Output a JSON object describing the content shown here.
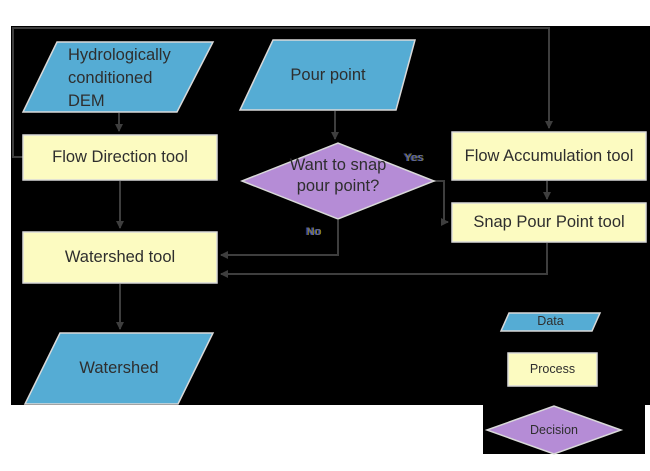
{
  "colors": {
    "page_background": "#FFFFFF",
    "canvas_background": "#000000",
    "data_fill": "#55ACD4",
    "process_fill": "#FCFBC1",
    "decision_fill": "#B58CD6",
    "shape_border": "#D9D9D9",
    "connector": "#3E3E3E",
    "label_text": "#2E2E2E",
    "branch_label": "#5560A8"
  },
  "nodes": {
    "dem": {
      "label": "Hydrologically conditioned DEM",
      "shape": "data"
    },
    "pour_point": {
      "label": "Pour point",
      "shape": "data"
    },
    "flow_direction": {
      "label": "Flow Direction tool",
      "shape": "process"
    },
    "flow_accumulation": {
      "label": "Flow Accumulation tool",
      "shape": "process"
    },
    "snap_decision": {
      "label": "Want to snap pour point?",
      "shape": "decision"
    },
    "snap_pour_point": {
      "label": "Snap Pour Point tool",
      "shape": "process"
    },
    "watershed_tool": {
      "label": "Watershed tool",
      "shape": "process"
    },
    "watershed": {
      "label": "Watershed",
      "shape": "data"
    }
  },
  "branch_labels": {
    "yes": "Yes",
    "no": "No"
  },
  "legend": {
    "data": "Data",
    "process": "Process",
    "decision": "Decision"
  }
}
